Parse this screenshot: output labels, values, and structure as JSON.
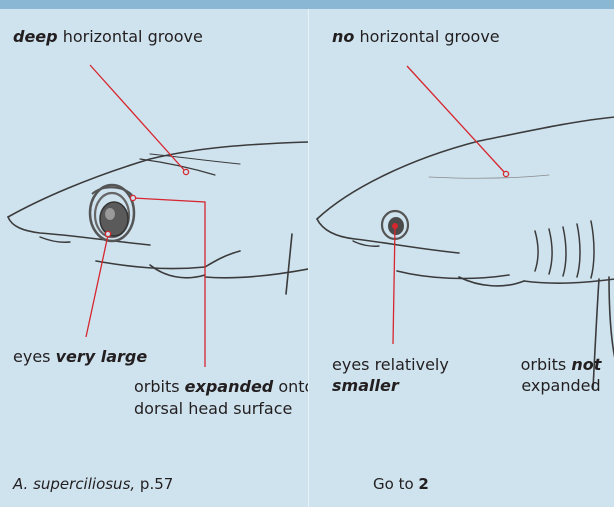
{
  "left": {
    "groove_emph": "deep",
    "groove_rest": " horizontal groove",
    "eyes_prefix": "eyes ",
    "eyes_emph": "very large",
    "orbits_prefix": "orbits ",
    "orbits_emph": "expanded",
    "orbits_suffix": " onto",
    "orbits_line2": "dorsal head surface",
    "species_italic": "A. superciliosus,",
    "species_page": " p.57"
  },
  "right": {
    "groove_emph": "no",
    "groove_rest": " horizontal groove",
    "eyes_line1": "eyes relatively",
    "eyes_emph": "smaller",
    "orbits_prefix": "orbits ",
    "orbits_emph": "not",
    "orbits_line2": "expanded",
    "goto_text": "Go to ",
    "goto_number": "2"
  },
  "colors": {
    "background": "#cfe3ef",
    "top_bar": "#8ab8d4",
    "leader_line": "#d6262e",
    "sketch": "#3b3b3b"
  }
}
